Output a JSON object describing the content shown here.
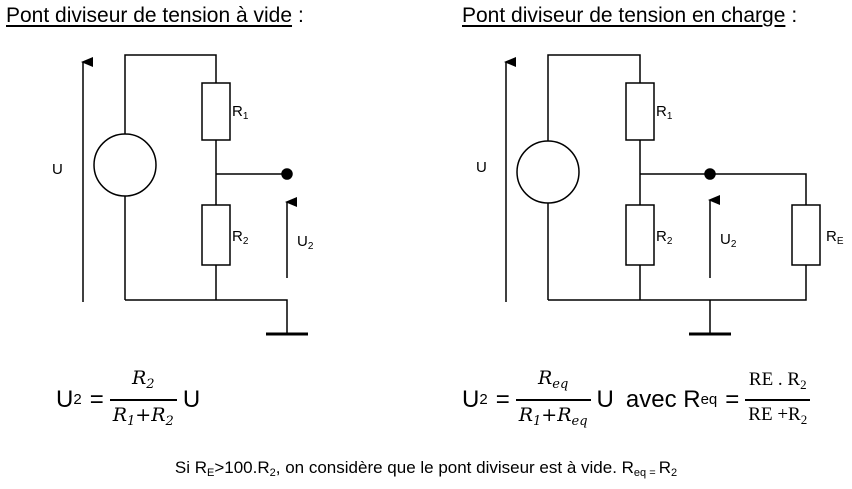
{
  "titles": {
    "left": "Pont diviseur de tension à vide",
    "right": "Pont diviseur de tension en charge",
    "colon": ":"
  },
  "labels": {
    "U": "U",
    "R": "R",
    "U_sym": "U",
    "sub1": "1",
    "sub2": "2",
    "subE": "E"
  },
  "formulas": {
    "left": {
      "lhs_main": "U",
      "lhs_sub": "2",
      "equals": "=",
      "num_R": "R",
      "num_sub": "2",
      "den_R1": "R",
      "den_sub1": "1",
      "plus": "+",
      "den_R2": "R",
      "den_sub2": "2",
      "rhs": "U"
    },
    "right": {
      "lhs_main": "U",
      "lhs_sub": "2",
      "equals": "=",
      "num_R": "R",
      "num_sub": "eq",
      "den_R1": "R",
      "den_sub1": "1",
      "plus": "+",
      "den_R2": "R",
      "den_sub2": "eq",
      "rhs": "U",
      "avec": "avec R",
      "avec_sub": "eq",
      "equals2": "=",
      "num2": "RE . R",
      "num2_sub": "2",
      "den2": "RE +R",
      "den2_sub": "2"
    }
  },
  "note": {
    "part1": "Si R",
    "sub_E": "E",
    "part2": ">100.R",
    "sub_2": "2",
    "part3": ", on considère que le pont diviseur est à vide. R",
    "sub_eq": "eq = ",
    "part4": "R",
    "sub_2b": "2"
  }
}
